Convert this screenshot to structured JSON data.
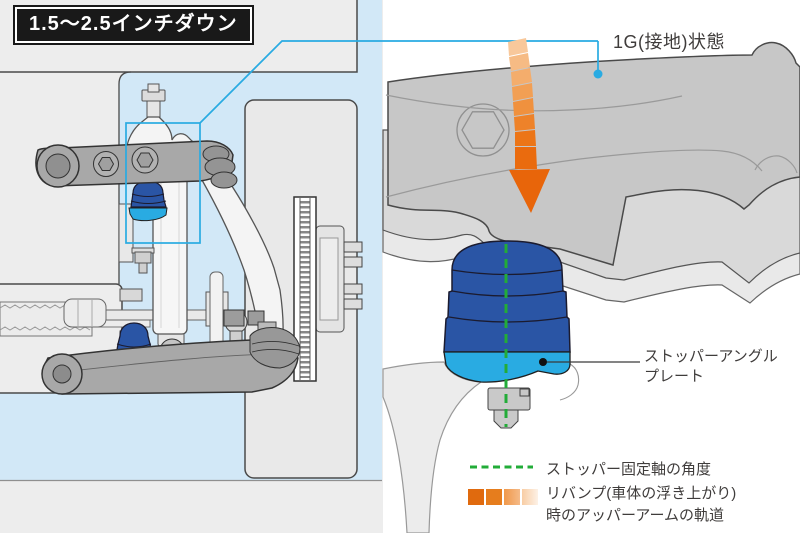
{
  "badge": {
    "label": "1.5〜2.5インチダウン"
  },
  "callouts": {
    "state_label": "1G(接地)状態",
    "plate_label_line1": "ストッパーアングル",
    "plate_label_line2": "プレート"
  },
  "legend": {
    "axis_label": "ストッパー固定軸の角度",
    "rebound_label_line1": "リバンプ(車体の浮き上がり)",
    "rebound_label_line2": "時のアッパーアームの軌道"
  },
  "colors": {
    "accent_cyan": "#29abe2",
    "bumpstop_blue": "#2a55a5",
    "stopper_plate_cyan": "#29abe2",
    "arrow_orange": "#e8650a",
    "axis_green": "#22ac38",
    "backdrop_blue": "#d2e8f7",
    "panel_gray": "#ededed"
  }
}
